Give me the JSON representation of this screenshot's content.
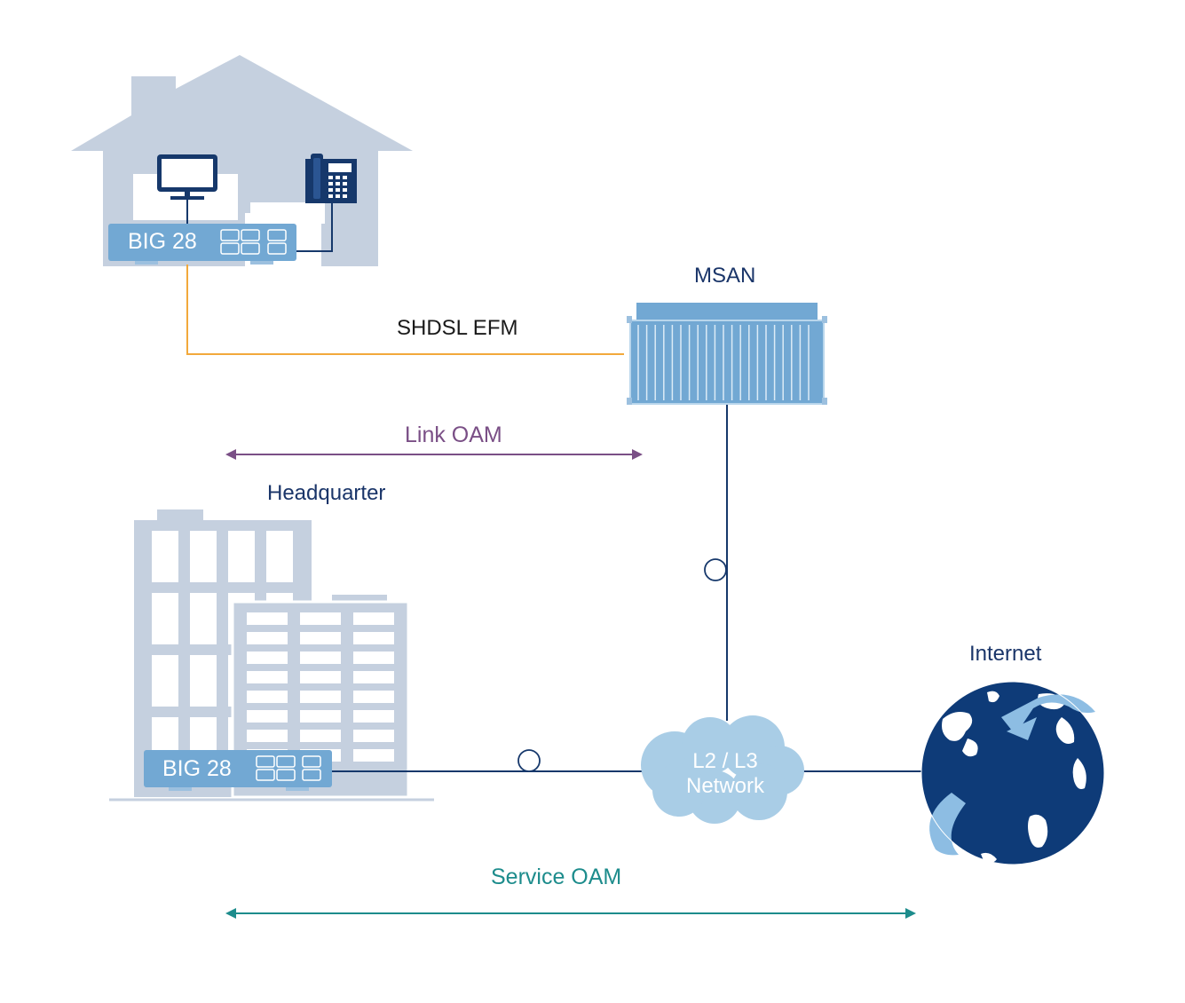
{
  "labels": {
    "msan": "MSAN",
    "shdsl": "SHDSL EFM",
    "link_oam": "Link OAM",
    "headquarter": "Headquarter",
    "internet": "Internet",
    "service_oam": "Service OAM",
    "device_home": "BIG 28",
    "device_hq": "BIG 28",
    "cloud_line1": "L2 / L3",
    "cloud_line2": "Network"
  },
  "colors": {
    "building": "#c5d0df",
    "device": "#72a8d3",
    "navy": "#16386b",
    "shdsl_line": "#f2a93b",
    "link_oam": "#7a4f86",
    "service_oam": "#1d8c8c",
    "cloud": "#a9cde6",
    "globe": "#0e3b78",
    "globe_ring": "#8dbde3"
  },
  "icons": [
    "house-icon",
    "monitor-icon",
    "phone-icon",
    "office-building-icon",
    "rack-server-icon",
    "cloud-icon",
    "globe-icon"
  ]
}
